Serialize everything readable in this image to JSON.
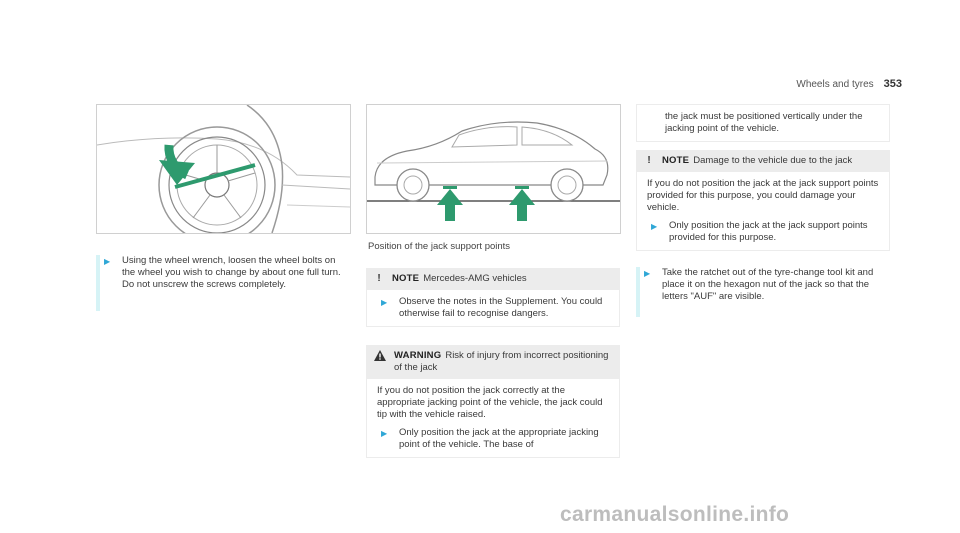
{
  "header": {
    "section": "Wheels and tyres",
    "page_number": "353"
  },
  "figures": {
    "jack_caption": "Position of the jack support points"
  },
  "step1": "Using the wheel wrench, loosen the wheel bolts on the wheel you wish to change by about one full turn. Do not unscrew the screws completely.",
  "note1": {
    "keyword": "NOTE",
    "title": "Mercedes-AMG vehicles",
    "action": "Observe the notes in the Supplement. You could otherwise fail to recognise dangers."
  },
  "warning": {
    "keyword": "WARNING",
    "title": "Risk of injury from incorrect positioning of the jack",
    "body": "If you do not position the jack correctly at the appropriate jacking point of the vehicle, the jack could tip with the vehicle raised.",
    "action": "Only position the jack at the appropriate jacking point of the vehicle. The base of"
  },
  "warning_continued": "the jack must be positioned vertically under the jacking point of the vehicle.",
  "note2": {
    "keyword": "NOTE",
    "title": "Damage to the vehicle due to the jack",
    "body": "If you do not position the jack at the jack support points provided for this purpose, you could damage your vehicle.",
    "action": "Only position the jack at the jack support points provided for this purpose."
  },
  "step2": "Take the ratchet out of the tyre-change tool kit and place it on the hexagon nut of the jack so that the letters \"AUF\" are visible.",
  "watermark": "carmanualsonline.info",
  "colors": {
    "accent": "#2fa7d6",
    "arrow_green": "#2e9a6e",
    "note_bg": "#ececec",
    "step_bar": "#d6f3f6"
  }
}
